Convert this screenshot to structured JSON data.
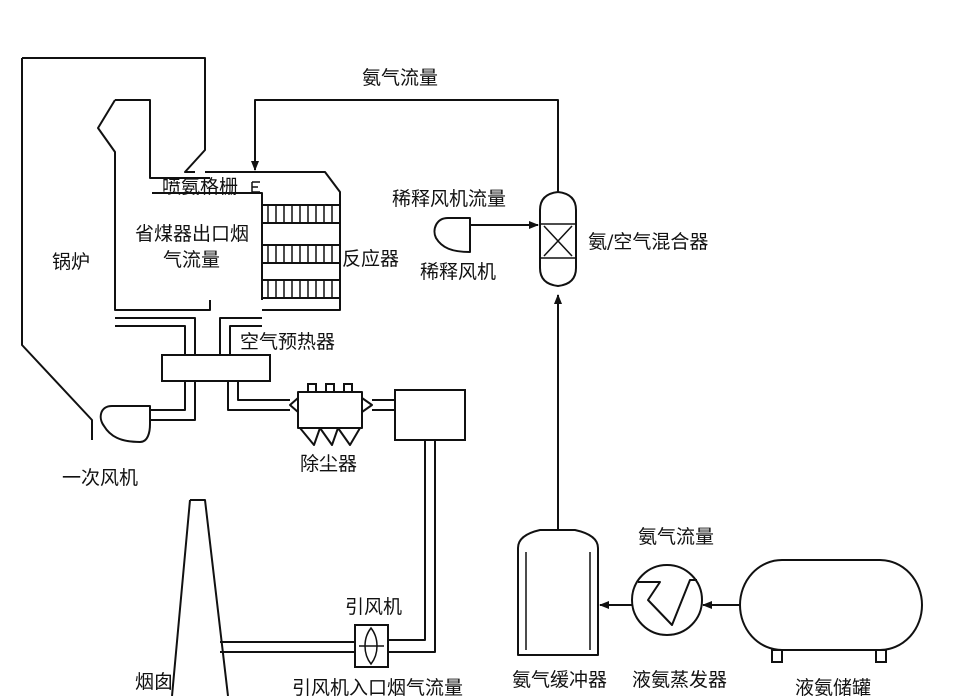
{
  "labels": {
    "ammonia_flow_top": "氨气流量",
    "ammonia_grid": "喷氨格栅",
    "economizer_outlet_line1": "省煤器出口烟",
    "economizer_outlet_line2": "气流量",
    "boiler": "锅炉",
    "reactor": "反应器",
    "dilution_fan_flow": "稀释风机流量",
    "dilution_fan": "稀释风机",
    "mixer": "氨/空气混合器",
    "air_preheater": "空气预热器",
    "primary_fan": "一次风机",
    "dust_collector": "除尘器",
    "ammonia_flow_bottom": "氨气流量",
    "induced_fan": "引风机",
    "chimney": "烟囱",
    "induced_fan_inlet_flow": "引风机入口烟气流量",
    "ammonia_buffer": "氨气缓冲器",
    "liquid_ammonia_evaporator": "液氨蒸发器",
    "liquid_ammonia_tank": "液氨储罐"
  }
}
